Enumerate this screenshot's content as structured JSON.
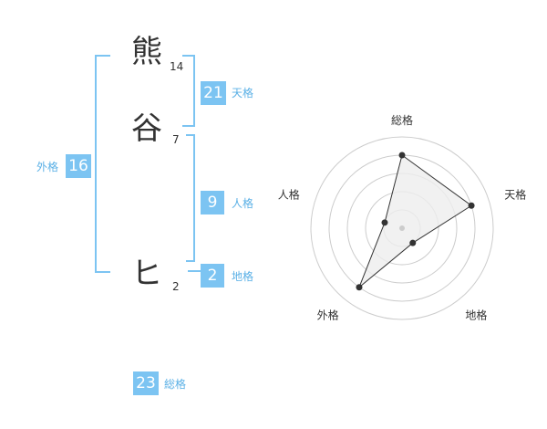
{
  "name": {
    "chars": [
      {
        "char": "熊",
        "strokes": "14"
      },
      {
        "char": "谷",
        "strokes": "7"
      },
      {
        "char": "ヒ",
        "strokes": "2"
      }
    ]
  },
  "fortunes": {
    "tenkaku": {
      "value": "21",
      "label": "天格"
    },
    "jinkaku": {
      "value": "9",
      "label": "人格"
    },
    "chikaku": {
      "value": "2",
      "label": "地格"
    },
    "gaikaku": {
      "value": "16",
      "label": "外格"
    },
    "soukaku": {
      "value": "23",
      "label": "総格"
    }
  },
  "colors": {
    "accent": "#7cc4f2",
    "label": "#5ab0e6",
    "text": "#333333"
  },
  "chart_data": {
    "type": "radar",
    "axes": [
      "総格",
      "天格",
      "地格",
      "外格",
      "人格"
    ],
    "values": [
      4,
      4,
      1,
      4,
      1
    ],
    "rmax": 5,
    "rings": 5
  }
}
